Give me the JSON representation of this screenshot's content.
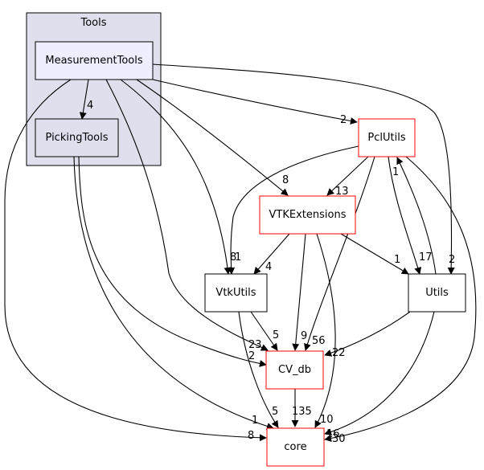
{
  "cluster": {
    "label": "Tools",
    "fill": "#dfdfee",
    "stroke": "#000000"
  },
  "nodes": [
    {
      "id": "measurementtools",
      "label": "MeasurementTools",
      "fill": "#eeeeff",
      "stroke": "#000000"
    },
    {
      "id": "pickingtools",
      "label": "PickingTools",
      "fill": "#dfdfee",
      "stroke": "#000000"
    },
    {
      "id": "pclutils",
      "label": "PclUtils",
      "fill": "#ffffff",
      "stroke": "#ff0000"
    },
    {
      "id": "vtkextensions",
      "label": "VTKExtensions",
      "fill": "#ffffff",
      "stroke": "#ff0000"
    },
    {
      "id": "vtkutils",
      "label": "VtkUtils",
      "fill": "#ffffff",
      "stroke": "#000000"
    },
    {
      "id": "utils",
      "label": "Utils",
      "fill": "#ffffff",
      "stroke": "#000000"
    },
    {
      "id": "cv_db",
      "label": "CV_db",
      "fill": "#ffffff",
      "stroke": "#ff0000"
    },
    {
      "id": "core",
      "label": "core",
      "fill": "#ffffff",
      "stroke": "#ff0000"
    }
  ],
  "edges": [
    {
      "from": "measurementtools",
      "to": "pickingtools",
      "label": "4"
    },
    {
      "from": "measurementtools",
      "to": "pclutils",
      "label": "2"
    },
    {
      "from": "measurementtools",
      "to": "vtkextensions",
      "label": "8"
    },
    {
      "from": "measurementtools",
      "to": "vtkutils",
      "label": "8"
    },
    {
      "from": "measurementtools",
      "to": "utils",
      "label": "2"
    },
    {
      "from": "measurementtools",
      "to": "cv_db",
      "label": "23"
    },
    {
      "from": "measurementtools",
      "to": "core",
      "label": "8"
    },
    {
      "from": "pickingtools",
      "to": "cv_db",
      "label": "2"
    },
    {
      "from": "pickingtools",
      "to": "core",
      "label": "1"
    },
    {
      "from": "pclutils",
      "to": "vtkextensions",
      "label": "13"
    },
    {
      "from": "pclutils",
      "to": "vtkutils",
      "label": "1"
    },
    {
      "from": "pclutils",
      "to": "utils",
      "label": "17"
    },
    {
      "from": "pclutils",
      "to": "cv_db",
      "label": "56"
    },
    {
      "from": "pclutils",
      "to": "core",
      "label": "30"
    },
    {
      "from": "vtkextensions",
      "to": "vtkutils",
      "label": "4"
    },
    {
      "from": "vtkextensions",
      "to": "utils",
      "label": "1"
    },
    {
      "from": "vtkextensions",
      "to": "cv_db",
      "label": "9"
    },
    {
      "from": "vtkextensions",
      "to": "core",
      "label": "10"
    },
    {
      "from": "vtkutils",
      "to": "cv_db",
      "label": "5"
    },
    {
      "from": "vtkutils",
      "to": "core",
      "label": "5"
    },
    {
      "from": "utils",
      "to": "pclutils",
      "label": "1"
    },
    {
      "from": "utils",
      "to": "cv_db",
      "label": "22"
    },
    {
      "from": "utils",
      "to": "core",
      "label": "16"
    },
    {
      "from": "cv_db",
      "to": "core",
      "label": "135"
    }
  ]
}
